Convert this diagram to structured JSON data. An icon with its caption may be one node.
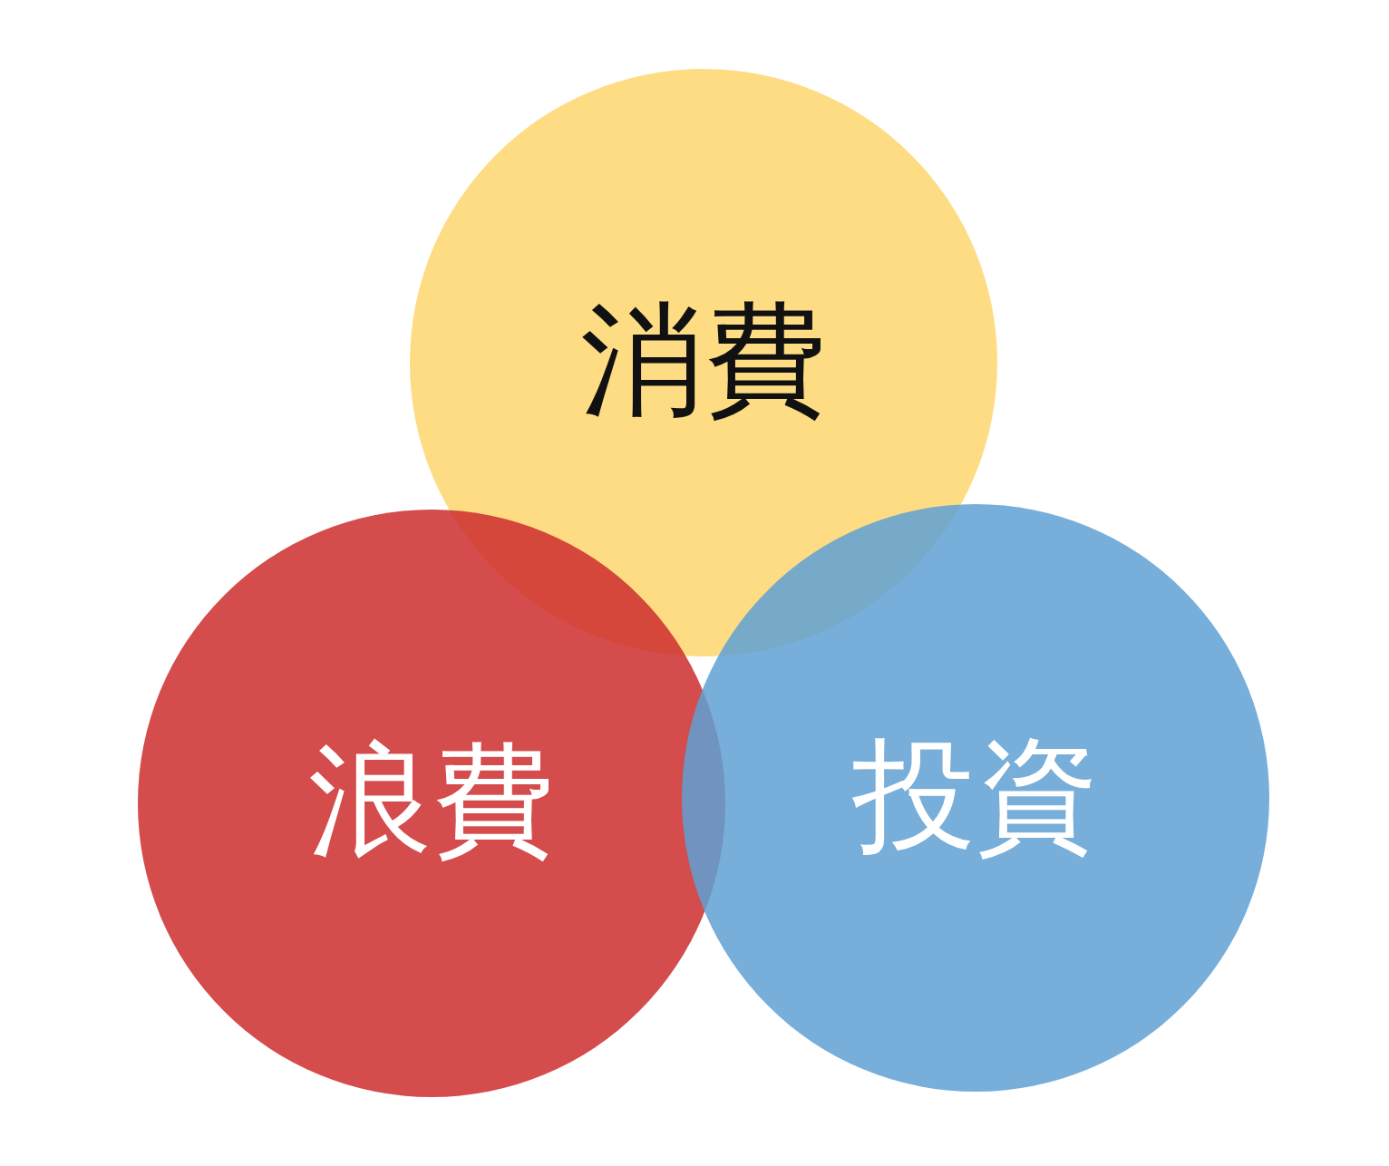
{
  "diagram": {
    "nodes": [
      {
        "text": [
          "消費"
        ]
      },
      {
        "text": [
          "浪費"
        ]
      },
      {
        "text": [
          "投資"
        ]
      }
    ]
  }
}
